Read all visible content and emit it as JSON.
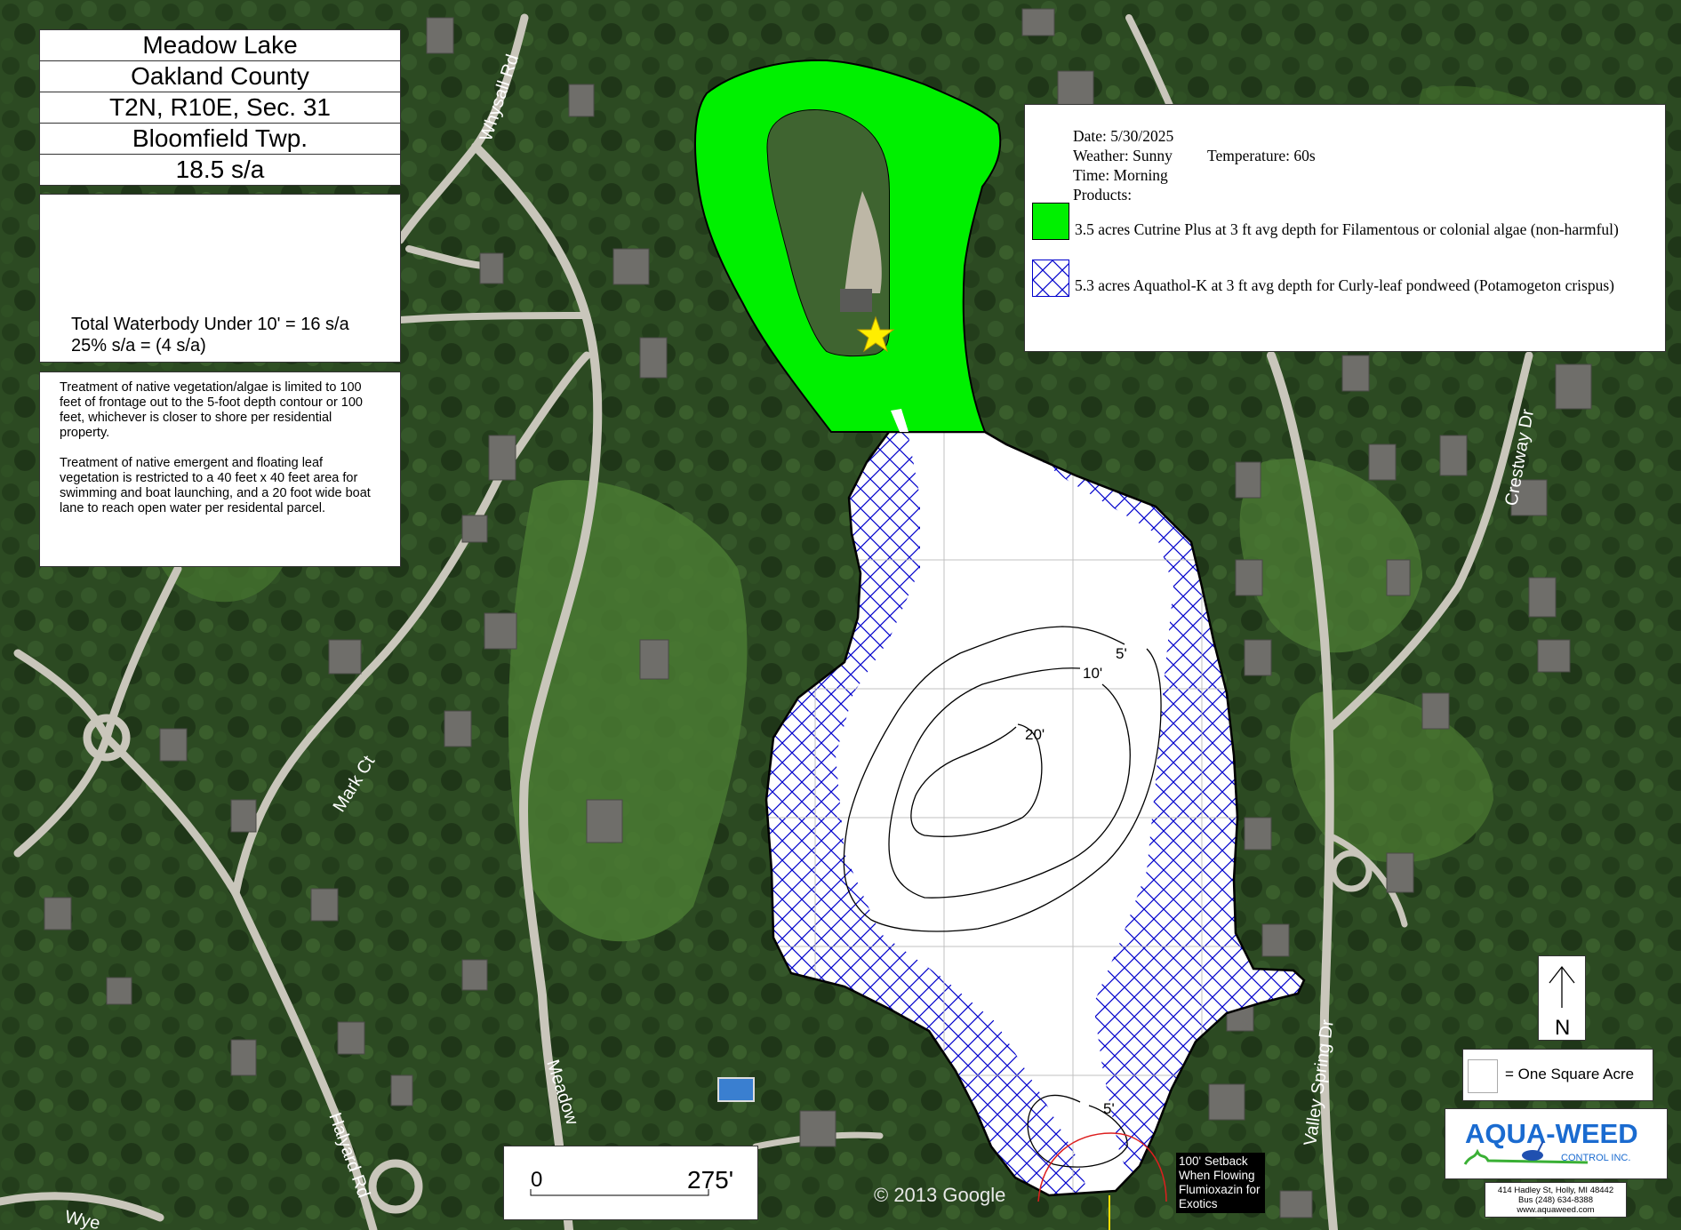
{
  "title_block": {
    "lake": "Meadow Lake",
    "county": "Oakland County",
    "location": "T2N, R10E, Sec. 31",
    "township": "Bloomfield Twp.",
    "area": "18.5 s/a"
  },
  "stats": {
    "line1": "Total Waterbody Under 10' = 16 s/a",
    "line2": "25% s/a = (4 s/a)"
  },
  "rules": {
    "para1": "Treatment of native vegetation/algae is limited to 100 feet of frontage out to the 5-foot depth contour or 100 feet, whichever is closer to shore per residential property.",
    "para2": "Treatment of native emergent and floating leaf vegetation is restricted to a 40 feet x 40 feet area for swimming and boat launching, and a 20 foot wide boat lane to reach open water per residental parcel."
  },
  "legend": {
    "date": "Date: 5/30/2025",
    "weather": "Weather: Sunny",
    "temperature": "Temperature: 60s",
    "time": "Time: Morning",
    "products": "Products:",
    "item1": "3.5 acres Cutrine Plus at 3 ft avg depth for Filamentous or colonial algae (non-harmful)",
    "item2": "5.3 acres Aquathol-K at 3 ft avg depth for Curly-leaf pondweed (Potamogeton crispus)"
  },
  "contours": {
    "c5_top": "5'",
    "c10": "10'",
    "c20": "20'",
    "c5_bottom": "5'"
  },
  "roads": {
    "whysall": "Whysall Rd",
    "crestway": "Crestway Dr",
    "mark": "Mark Ct",
    "meadow": "Meadow",
    "valley": "Valley Spring Dr",
    "halyard": "Halyard Rd",
    "wye": "Wye"
  },
  "scale": {
    "start": "0",
    "end": "275'"
  },
  "north_label": "N",
  "acre_legend": "= One Square Acre",
  "setback_note": "100' Setback When Flowing Flumioxazin for Exotics",
  "copyright": "© 2013 Google",
  "logo": {
    "name": "AQUA-WEED",
    "sub": "CONTROL INC."
  },
  "address": {
    "line1": "414 Hadley St, Holly, MI 48442",
    "line2": "Bus (248) 634-8388",
    "line3": "www.aquaweed.com"
  },
  "colors": {
    "treatment_green": "#00f000",
    "hatch_blue": "#0000cc",
    "land_dark": "#2a4420",
    "marker_star": "#ffee00"
  }
}
